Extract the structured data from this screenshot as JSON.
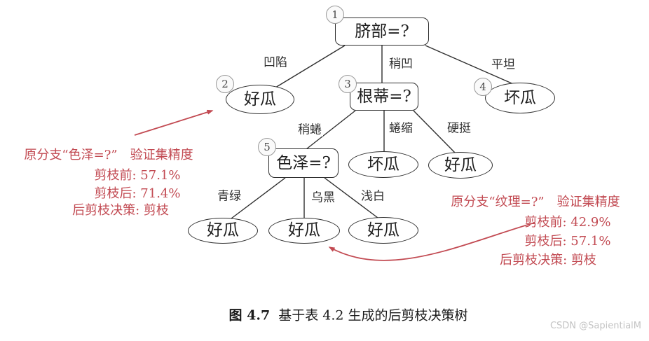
{
  "colors": {
    "tree_line": "#2f2f2f",
    "node_border": "#2f2f2f",
    "node_fill": "#ffffff",
    "badge_border": "#999999",
    "badge_fill": "#fafafa",
    "annotation_red": "#c24a52",
    "caption_black": "#1a1a1a",
    "watermark_gray": "#c3c3c3"
  },
  "tree": {
    "root": {
      "num": "1",
      "label": "脐部=?"
    },
    "node2": {
      "num": "2",
      "label": "好瓜"
    },
    "node3": {
      "num": "3",
      "label": "根蒂=?"
    },
    "node4": {
      "num": "4",
      "label": "坏瓜"
    },
    "node5": {
      "num": "5",
      "label": "色泽=?"
    },
    "leaf_quansuo": {
      "label": "坏瓜"
    },
    "leaf_yingting": {
      "label": "好瓜"
    },
    "leaf_qinglv": {
      "label": "好瓜"
    },
    "leaf_wuhei": {
      "label": "好瓜"
    },
    "leaf_qianbai": {
      "label": "好瓜"
    }
  },
  "branches": {
    "aoxian": "凹陷",
    "shaoao": "稍凹",
    "pingtan": "平坦",
    "shaoquan": "稍蜷",
    "quansuo": "蜷缩",
    "yingting": "硬挺",
    "qinglv": "青绿",
    "wuhei": "乌黑",
    "qianbai": "浅白"
  },
  "annotations": {
    "left": {
      "title": "原分支“色泽=?”　验证集精度",
      "before": "剪枝前: 57.1%",
      "after": "剪枝后: 71.4%",
      "decision": "后剪枝决策: 剪枝"
    },
    "right": {
      "title": "原分支“纹理=?”　验证集精度",
      "before": "剪枝前: 42.9%",
      "after": "剪枝后: 57.1%",
      "decision": "后剪枝决策: 剪枝"
    }
  },
  "caption": {
    "label": "图 4.7",
    "text": "基于表 4.2 生成的后剪枝决策树"
  },
  "watermark": "CSDN @SapientialM"
}
